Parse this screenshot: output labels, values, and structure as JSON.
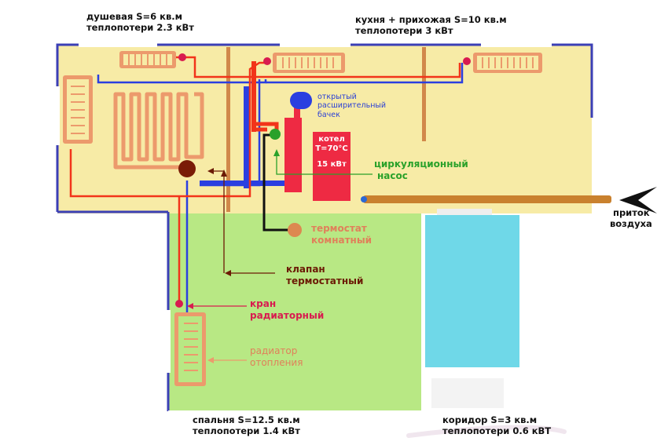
{
  "rooms": {
    "shower": {
      "area": "душевая   S=6 кв.м",
      "loss": "теплопотери  2.3 кВт"
    },
    "kitchen": {
      "area": "кухня + прихожая  S=10 кв.м",
      "loss": "теплопотери   3 кВт"
    },
    "bedroom": {
      "area": "спальня  S=12.5 кв.м",
      "loss": "теплопотери  1.4 кВт"
    },
    "corridor": {
      "area": "коридор  S=3 кв.м",
      "loss": "теплопотери 0.6 кВТ"
    }
  },
  "tank": {
    "line1": "открытый",
    "line2": "расширительный",
    "line3": "бачек"
  },
  "boiler": {
    "label": "котел",
    "temp": "Т=70°С",
    "power": "15 кВт"
  },
  "pump": {
    "line1": "циркуляционный",
    "line2": "насос"
  },
  "thermostat": {
    "line1": "термостат",
    "line2": "комнатный"
  },
  "valve": {
    "line1": "клапан",
    "line2": "термостатный"
  },
  "tap": {
    "line1": "кран",
    "line2": "радиаторный"
  },
  "radiator": {
    "line1": "радиатор",
    "line2": "отопления"
  },
  "air": {
    "line1": "приток",
    "line2": "воздуха"
  },
  "colors": {
    "wall": "#3b3fb6",
    "upper_floor": "#f7eba6",
    "bedroom_floor": "#b8e884",
    "corridor_floor": "#6fd8e8",
    "supply_pipe": "#f2341a",
    "return_pipe": "#2b3fe0",
    "radiator": "#ec9a6c",
    "boiler": "#ee2a43",
    "pump": "#2aa12a",
    "valve": "#6b1a05",
    "tap": "#d81b4f",
    "air_duct": "#c9812e"
  }
}
